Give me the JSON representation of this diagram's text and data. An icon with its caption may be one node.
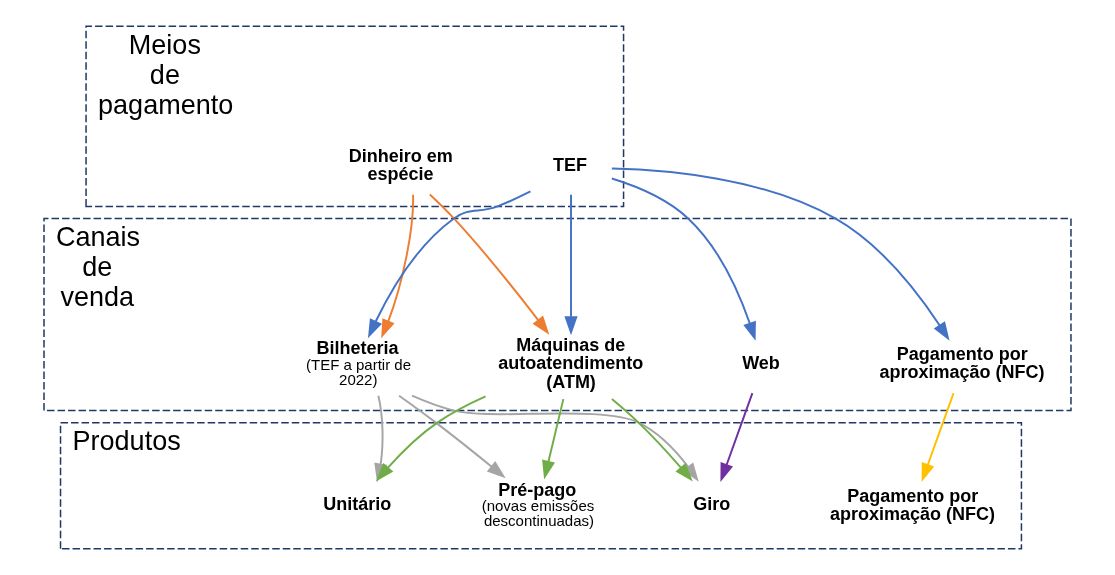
{
  "diagram": {
    "nodes": [
      {
        "text": [
          "Meios de pagamento"
        ]
      },
      {
        "text": [
          "Dinheiro em espécie"
        ],
        "in": 0
      },
      {
        "text": [
          "TEF"
        ],
        "in": 0
      },
      {
        "text": [
          "Canais de venda"
        ]
      },
      {
        "text": [
          "Bilheteria",
          "(TEF a partir de 2022)"
        ],
        "in": 3
      },
      {
        "text": [
          "Máquinas de autoatendimento (ATM)"
        ],
        "in": 3
      },
      {
        "text": [
          "Web"
        ],
        "in": 3
      },
      {
        "text": [
          "Pagamento por aproximação (NFC)"
        ],
        "in": 3
      },
      {
        "text": [
          "Produtos"
        ]
      },
      {
        "text": [
          "Unitário"
        ],
        "in": 8
      },
      {
        "text": [
          "Pré-pago",
          "(novas emissões descontinuadas)"
        ],
        "in": 8
      },
      {
        "text": [
          "Giro"
        ],
        "in": 8
      },
      {
        "text": [
          "Pagamento por aproximação (NFC)"
        ],
        "in": 8
      }
    ],
    "edges": [
      {
        "from": 1,
        "to": 4,
        "arrow": "to",
        "color": "#ed7d31"
      },
      {
        "from": 1,
        "to": 5,
        "arrow": "to",
        "color": "#ed7d31"
      },
      {
        "from": 2,
        "to": 4,
        "arrow": "to",
        "color": "#4472c4"
      },
      {
        "from": 2,
        "to": 5,
        "arrow": "to",
        "color": "#4472c4"
      },
      {
        "from": 2,
        "to": 6,
        "arrow": "to",
        "color": "#4472c4"
      },
      {
        "from": 2,
        "to": 7,
        "arrow": "to",
        "color": "#4472c4"
      },
      {
        "from": 4,
        "to": 9,
        "arrow": "to",
        "color": "#a5a5a5"
      },
      {
        "from": 4,
        "to": 10,
        "arrow": "to",
        "color": "#a5a5a5"
      },
      {
        "from": 4,
        "to": 11,
        "arrow": "to",
        "color": "#a5a5a5"
      },
      {
        "from": 5,
        "to": 9,
        "arrow": "to",
        "color": "#70ad47"
      },
      {
        "from": 5,
        "to": 10,
        "arrow": "to",
        "color": "#70ad47"
      },
      {
        "from": 5,
        "to": 11,
        "arrow": "to",
        "color": "#70ad47"
      },
      {
        "from": 6,
        "to": 11,
        "arrow": "to",
        "color": "#7030a0"
      },
      {
        "from": 7,
        "to": 12,
        "arrow": "to",
        "color": "#ffc000"
      }
    ]
  }
}
